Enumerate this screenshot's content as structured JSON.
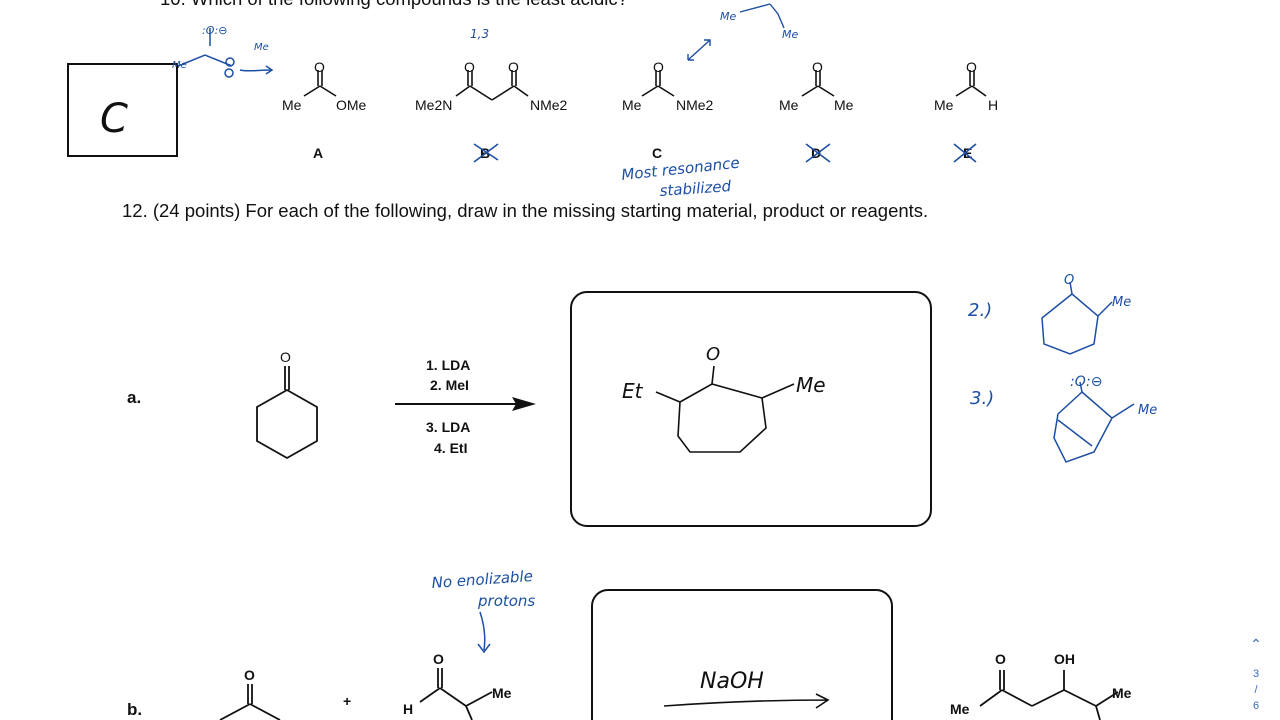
{
  "top_question_partial": "10. Which of the following compounds is the least acidic?",
  "answer_box": {
    "answer": "C"
  },
  "q11_compounds": [
    {
      "id": "A",
      "label": "A",
      "left": "Me",
      "right": "OMe",
      "top": "O"
    },
    {
      "id": "B",
      "label": "B",
      "left": "Me2N",
      "right": "NMe2",
      "top": "O"
    },
    {
      "id": "C",
      "label": "C",
      "left": "Me",
      "right": "NMe2",
      "top": "O"
    },
    {
      "id": "D",
      "label": "D",
      "left": "Me",
      "right": "Me",
      "top": "O"
    },
    {
      "id": "E",
      "label": "E",
      "left": "Me",
      "right": "H",
      "top": "O"
    }
  ],
  "annotations": {
    "most_resonance": "Most resonance",
    "stabilized": "stabilized",
    "one_three": "1,3",
    "no_enolizable": "No enolizable",
    "protons": "protons",
    "step2": "2.)",
    "step3": "3.)",
    "me": "Me",
    "et": "Et",
    "naoh": "NaOH"
  },
  "question12": {
    "text": "12.  (24 points) For each of the following, draw in the missing starting material, product or reagents."
  },
  "part_a": {
    "label": "a.",
    "reagents_top": [
      "1. LDA",
      "2. MeI"
    ],
    "reagents_bottom": [
      "3. LDA",
      "4. EtI"
    ],
    "carbonyl_o": "O"
  },
  "part_b": {
    "label": "b.",
    "plus": "+",
    "aldehyde_h": "H",
    "aldehyde_me": "Me",
    "product_me_left": "Me",
    "product_oh": "OH",
    "product_me_right": "Me"
  },
  "page_nav": {
    "current": "3",
    "separator": "/",
    "total": "6"
  }
}
